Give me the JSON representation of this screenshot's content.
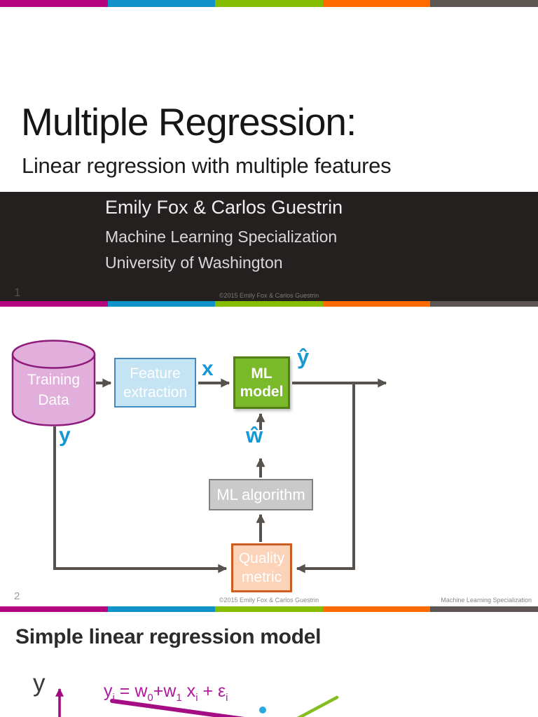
{
  "stripe_colors": [
    "#B5047F",
    "#0F93C8",
    "#84BD00",
    "#FF6A00",
    "#5D5552"
  ],
  "slide1": {
    "title": "Multiple Regression:",
    "subtitle": "Linear regression with multiple features",
    "authors": "Emily Fox & Carlos Guestrin",
    "program": "Machine Learning Specialization",
    "institution": "University of Washington",
    "slide_number": "1",
    "footer_copyright": "©2015 Emily Fox & Carlos Guestrin"
  },
  "slide2": {
    "slide_number": "2",
    "footer_copyright": "©2015 Emily Fox & Carlos Guestrin",
    "footer_right": "Machine Learning Specialization",
    "nodes": {
      "training_data": {
        "line1": "Training",
        "line2": "Data"
      },
      "feature_extraction": {
        "line1": "Feature",
        "line2": "extraction"
      },
      "ml_model": {
        "line1": "ML",
        "line2": "model"
      },
      "ml_algorithm": {
        "label": "ML algorithm"
      },
      "quality_metric": {
        "line1": "Quality",
        "line2": "metric"
      }
    },
    "variables": {
      "x": "x",
      "y_hat": "ŷ",
      "y": "y",
      "w_hat": "ŵ"
    }
  },
  "slide3": {
    "heading": "Simple linear regression model",
    "y_axis_label": "y",
    "formula": {
      "y": "y",
      "y_sub": "i",
      "eq": " = w",
      "w0_sub": "0",
      "plus_w": "+w",
      "w1_sub": "1",
      "x": " x",
      "x_sub": "i",
      "plus_eps": " + ε",
      "eps_sub": "i"
    }
  },
  "colors": {
    "accent_blue_var": "#1797D3",
    "arrow_gray": "#57524E",
    "dark_band_bg": "#242020",
    "cylinder_fill": "#E2AFDC",
    "cylinder_stroke": "#8E1A7B",
    "feature_fill": "#C4E3F3",
    "feature_stroke": "#4289BF",
    "ml_model_fill": "#7AB929",
    "ml_model_stroke": "#527F16",
    "ml_algorithm_fill": "#CACACA",
    "ml_algorithm_stroke": "#7F7F7F",
    "quality_fill": "#FAD3B9",
    "quality_stroke": "#CE5B20",
    "formula_magenta": "#B0189E",
    "magenta_line": "#A40D83",
    "green_line": "#84BD22",
    "blue_dot": "#2CA8E0"
  }
}
